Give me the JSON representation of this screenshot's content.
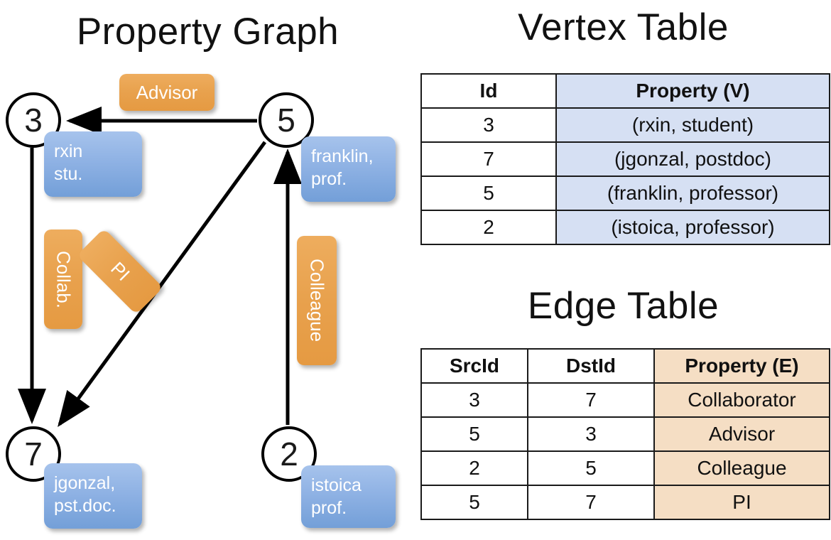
{
  "titles": {
    "property_graph": "Property Graph",
    "vertex_table": "Vertex Table",
    "edge_table": "Edge Table"
  },
  "colors": {
    "node_border": "#000000",
    "vertex_property_cell": "#d6e0f3",
    "edge_property_cell": "#f5dec4",
    "property_box_blue": "#8fb2e4",
    "edge_label_orange": "#e8a14d",
    "background": "#ffffff"
  },
  "graph": {
    "nodes": [
      {
        "id": "3",
        "label": "3",
        "property_line1": "rxin",
        "property_line2": "stu."
      },
      {
        "id": "5",
        "label": "5",
        "property_line1": "franklin,",
        "property_line2": "prof."
      },
      {
        "id": "7",
        "label": "7",
        "property_line1": "jgonzal,",
        "property_line2": "pst.doc."
      },
      {
        "id": "2",
        "label": "2",
        "property_line1": "istoica",
        "property_line2": "prof."
      }
    ],
    "edge_labels": [
      {
        "name": "advisor",
        "text": "Advisor",
        "orientation": "horizontal"
      },
      {
        "name": "collab",
        "text": "Collab.",
        "orientation": "vertical"
      },
      {
        "name": "pi",
        "text": "PI",
        "orientation": "diagonal"
      },
      {
        "name": "colleague",
        "text": "Colleague",
        "orientation": "vertical"
      }
    ],
    "edges": [
      {
        "from": "5",
        "to": "3",
        "label": "Advisor"
      },
      {
        "from": "3",
        "to": "7",
        "label": "Collab."
      },
      {
        "from": "5",
        "to": "7",
        "label": "PI"
      },
      {
        "from": "2",
        "to": "5",
        "label": "Colleague"
      }
    ]
  },
  "vertex_table": {
    "headers": [
      "Id",
      "Property (V)"
    ],
    "rows": [
      {
        "id": "3",
        "property": "(rxin, student)"
      },
      {
        "id": "7",
        "property": "(jgonzal, postdoc)"
      },
      {
        "id": "5",
        "property": "(franklin, professor)"
      },
      {
        "id": "2",
        "property": "(istoica, professor)"
      }
    ]
  },
  "edge_table": {
    "headers": [
      "SrcId",
      "DstId",
      "Property (E)"
    ],
    "rows": [
      {
        "src": "3",
        "dst": "7",
        "property": "Collaborator"
      },
      {
        "src": "5",
        "dst": "3",
        "property": "Advisor"
      },
      {
        "src": "2",
        "dst": "5",
        "property": "Colleague"
      },
      {
        "src": "5",
        "dst": "7",
        "property": "PI"
      }
    ]
  }
}
